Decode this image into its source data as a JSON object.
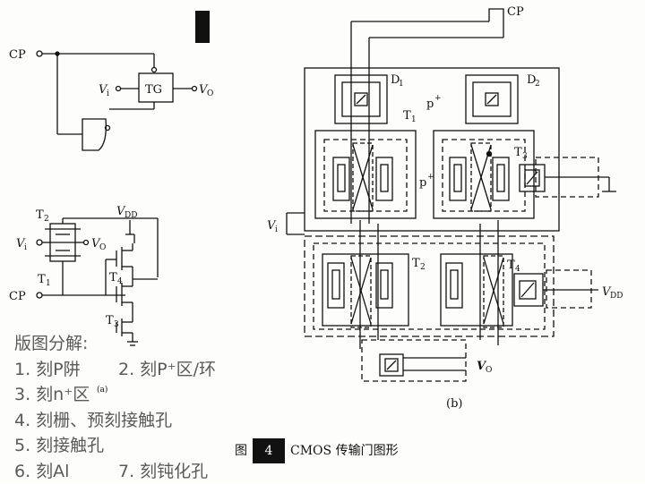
{
  "steps": {
    "title": "版图分解:",
    "s1": "1. 刻P阱",
    "s2": "2. 刻P⁺区/环",
    "s3": "3. 刻n⁺区",
    "s4": "4. 刻栅、预刻接触孔",
    "s5": "5. 刻接触孔",
    "s6": "6. 刻Al",
    "s7": "7. 刻钝化孔"
  },
  "caption": {
    "prefix": "图",
    "number": "4",
    "text": "CMOS 传输门图形"
  },
  "labels": {
    "cp": "CP",
    "vi": "V",
    "vi_sub": "i",
    "vo": "V",
    "vo_sub": "O",
    "tg": "TG",
    "vdd": "V",
    "vdd_sub": "DD",
    "t1": "T",
    "t1_sub": "1",
    "t2": "T",
    "t2_sub": "2",
    "t3": "T",
    "t3_sub": "3",
    "t4": "T",
    "t4_sub": "4",
    "d1": "D",
    "d1_sub": "1",
    "d2": "D",
    "d2_sub": "2",
    "p_plus": "p",
    "plus": "+",
    "a": "(a)",
    "b": "(b)"
  },
  "colors": {
    "ink": "#111111",
    "steps_text": "#5a5a5a"
  }
}
